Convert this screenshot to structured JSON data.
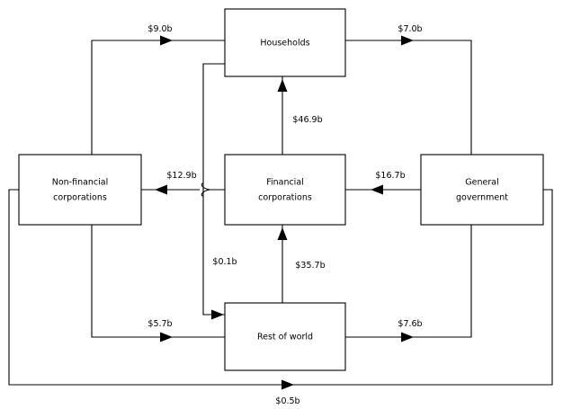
{
  "diagram": {
    "type": "flow-of-funds",
    "units": "billions of dollars",
    "nodes": [
      {
        "id": "households",
        "label": "Households"
      },
      {
        "id": "nonfinancial",
        "label_line1": "Non-financial",
        "label_line2": "corporations"
      },
      {
        "id": "financial",
        "label_line1": "Financial",
        "label_line2": "corporations"
      },
      {
        "id": "government",
        "label_line1": "General",
        "label_line2": "government"
      },
      {
        "id": "restofworld",
        "label": "Rest of world"
      }
    ],
    "flows": [
      {
        "id": "hh-to-nfc",
        "from": "households",
        "to": "nonfinancial",
        "label": "$9.0b",
        "value": 9.0
      },
      {
        "id": "hh-to-gov",
        "from": "households",
        "to": "government",
        "label": "$7.0b",
        "value": 7.0
      },
      {
        "id": "fc-to-hh",
        "from": "financial",
        "to": "households",
        "label": "$46.9b",
        "value": 46.9
      },
      {
        "id": "fc-to-nfc",
        "from": "financial",
        "to": "nonfinancial",
        "label": "$12.9b",
        "value": 12.9
      },
      {
        "id": "gov-to-fc",
        "from": "government",
        "to": "financial",
        "label": "$16.7b",
        "value": 16.7
      },
      {
        "id": "hh-to-row",
        "from": "households",
        "to": "restofworld",
        "label": "$0.1b",
        "value": 0.1
      },
      {
        "id": "row-to-fc",
        "from": "restofworld",
        "to": "financial",
        "label": "$35.7b",
        "value": 35.7
      },
      {
        "id": "row-to-nfc",
        "from": "restofworld",
        "to": "nonfinancial",
        "label": "$5.7b",
        "value": 5.7
      },
      {
        "id": "row-to-gov",
        "from": "restofworld",
        "to": "government",
        "label": "$7.6b",
        "value": 7.6
      },
      {
        "id": "nfc-to-gov",
        "from": "nonfinancial",
        "to": "government",
        "label": "$0.5b",
        "value": 0.5
      }
    ],
    "colors": {
      "line": "#000000",
      "box_fill": "#ffffff",
      "text": "#000000",
      "background": "#ffffff"
    }
  }
}
